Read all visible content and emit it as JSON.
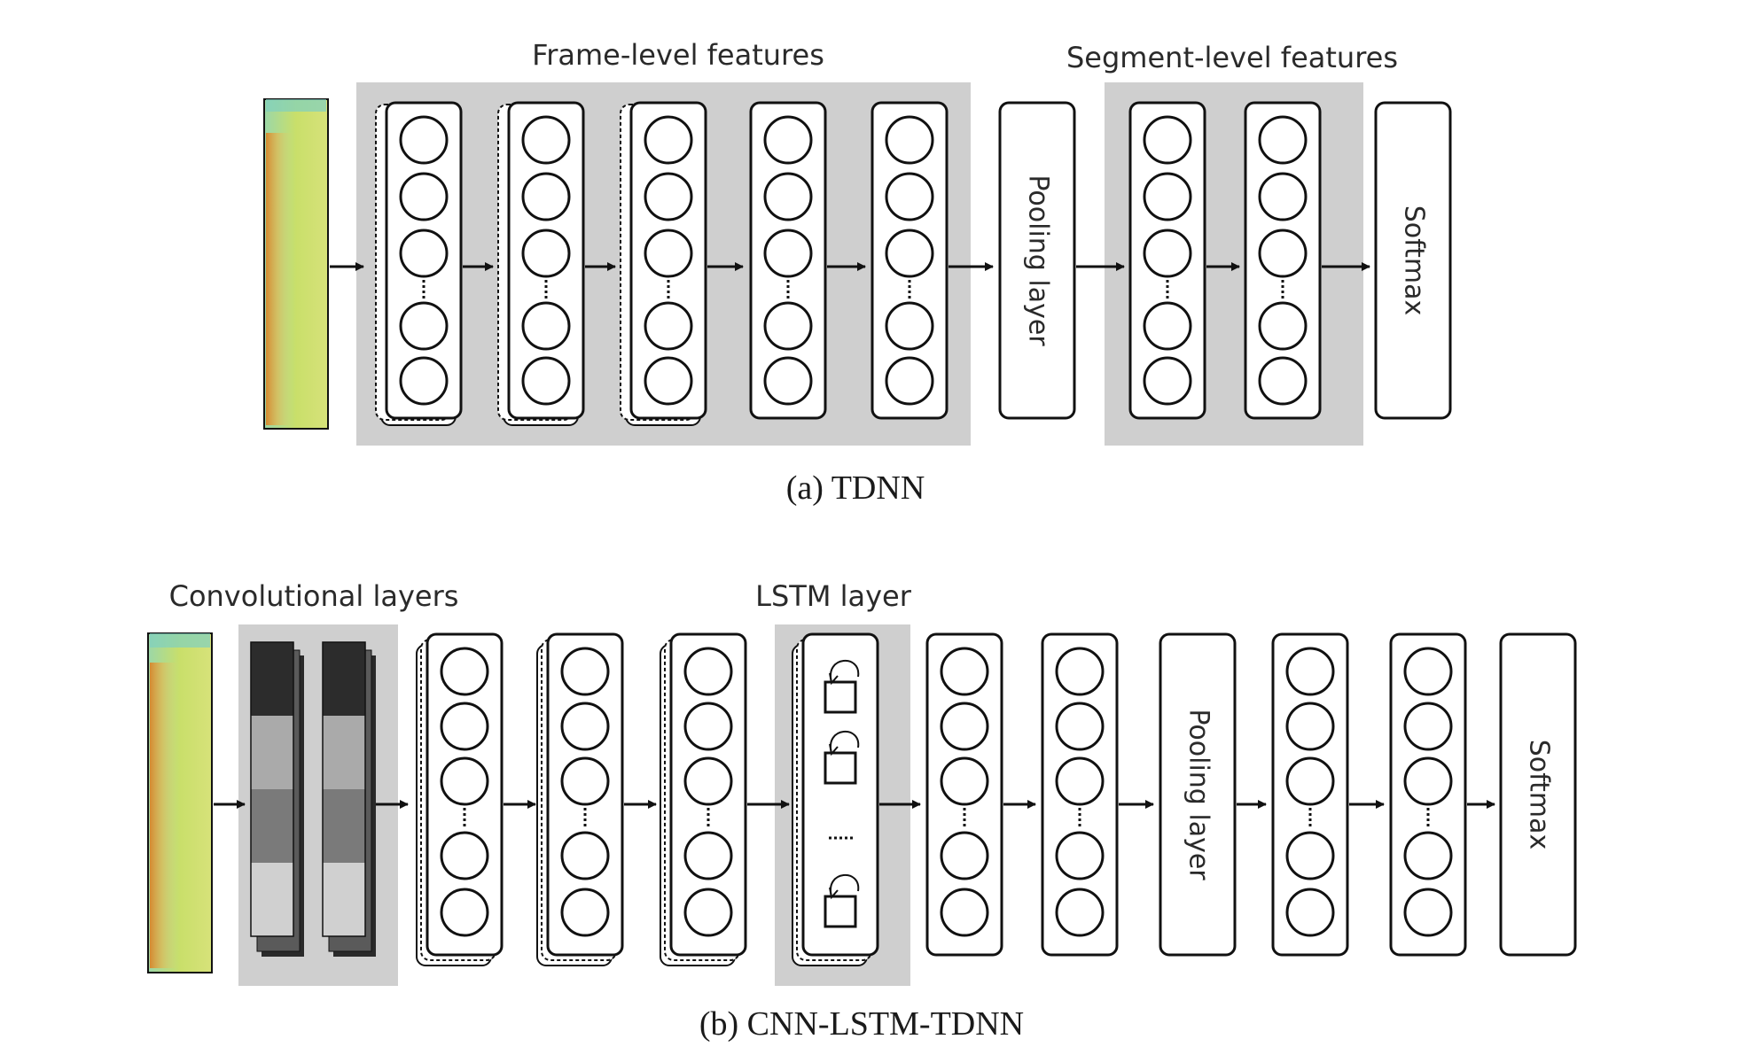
{
  "panel_a": {
    "caption": "(a) TDNN",
    "frame_label": "Frame-level features",
    "segment_label": "Segment-level features",
    "pooling_label": "Pooling layer",
    "softmax_label": "Softmax"
  },
  "panel_b": {
    "caption": "(b) CNN-LSTM-TDNN",
    "conv_label": "Convolutional layers",
    "lstm_label": "LSTM layer",
    "pooling_label": "Pooling layer",
    "softmax_label": "Softmax"
  },
  "colors": {
    "group_fill": "#cfcfcf",
    "stroke": "#111111"
  },
  "icons": [
    "spectrogram-image",
    "neuron-circle",
    "lstm-cell",
    "arrow-right"
  ]
}
